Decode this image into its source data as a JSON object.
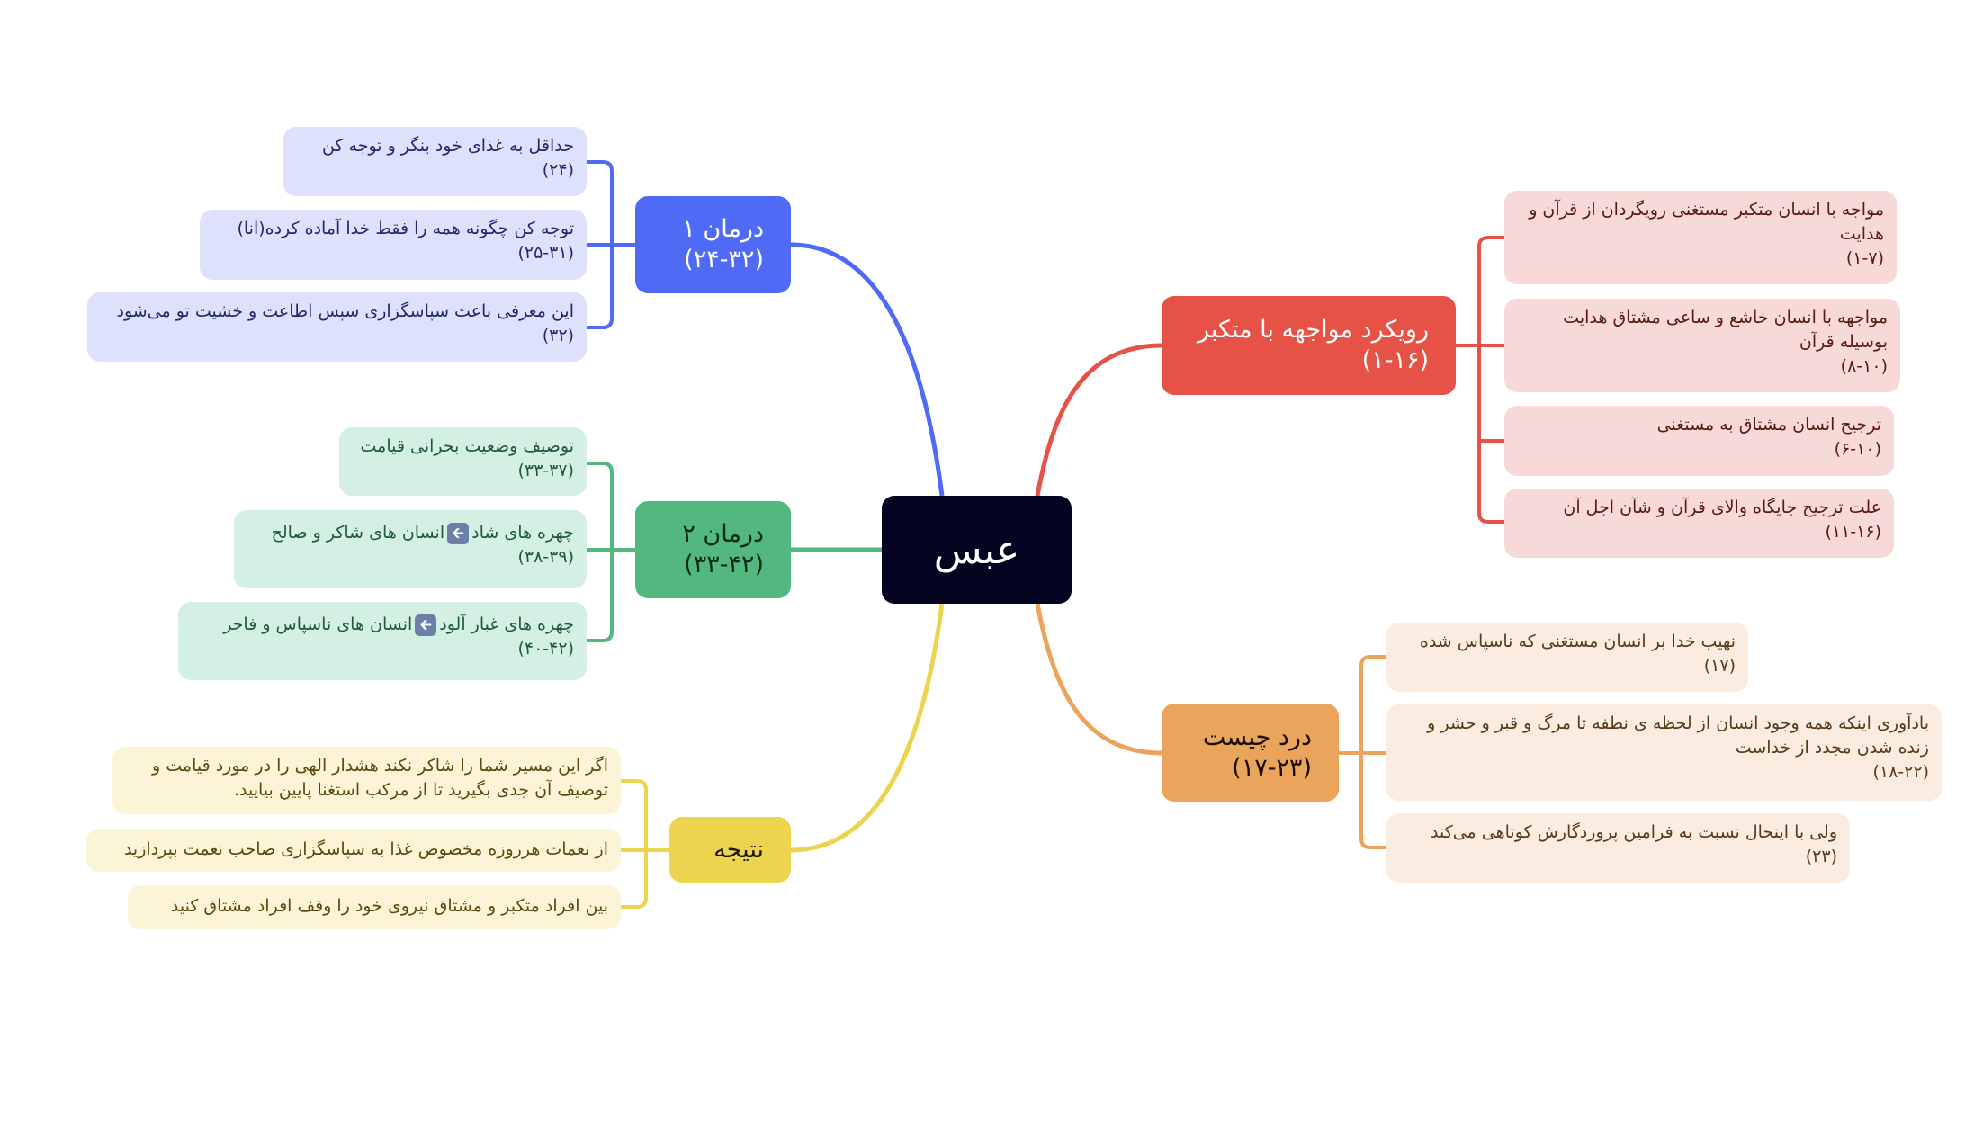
{
  "center": {
    "title": "عبس"
  },
  "colors": {
    "blue": "#4f6bf5",
    "green": "#52b87f",
    "yellow": "#edd44f",
    "red": "#e65245",
    "orange": "#eba45b",
    "center": "#050522"
  },
  "icons": {
    "arrow": "left-arrow-emoji"
  },
  "branches": {
    "darman1": {
      "title": "درمان ۱",
      "ref": "(۲۴-۳۲)",
      "children": [
        {
          "text": "حداقل به غذای خود بنگر و توجه کن",
          "ref": "(۲۴)"
        },
        {
          "text": "توجه کن چگونه همه را فقط خدا آماده کرده(انا)",
          "ref": "(۲۵-۳۱)"
        },
        {
          "text": "این معرفی باعث سپاسگزاری سپس اطاعت و خشیت تو می‌شود",
          "ref": "(۳۲)"
        }
      ]
    },
    "darman2": {
      "title": "درمان ۲",
      "ref": "(۳۳-۴۲)",
      "children": [
        {
          "text": "توصیف وضعیت بحرانی قیامت",
          "ref": "(۳۳-۳۷)"
        },
        {
          "text_a": "چهره های شاد",
          "text_b": "انسان های شاکر و صالح",
          "ref": "(۳۸-۳۹)"
        },
        {
          "text_a": "چهره های غبار آلود",
          "text_b": "انسان های ناسپاس و فاجر",
          "ref": "(۴۰-۴۲)"
        }
      ]
    },
    "natije": {
      "title": "نتیجه",
      "children": [
        {
          "text": "اگر این مسیر شما را شاکر نکند هشدار الهی را در مورد قیامت و توصیف آن جدی بگیرید تا از مرکب استغنا پایین بیایید."
        },
        {
          "text": "از نعمات هرروزه مخصوص غذا به سپاسگزاری صاحب نعمت بپردازید"
        },
        {
          "text": "بین افراد متکبر و مشتاق نیروی خود را وقف افراد مشتاق کنید"
        }
      ]
    },
    "rouykard": {
      "title": "رویکرد مواجهه با متکبر",
      "ref": "(۱-۱۶)",
      "children": [
        {
          "text": "مواجه با انسان متکبر مستغنی رویگردان از قرآن و هدایت",
          "ref": "(۱-۷)"
        },
        {
          "text": "مواجهه با انسان خاشع و ساعی مشتاق هدایت بوسیله قرآن",
          "ref": "(۸-۱۰)"
        },
        {
          "text": "ترجیح انسان مشتاق به مستغنی",
          "ref": "(۶-۱۰)"
        },
        {
          "text": "علت ترجیح جایگاه والای قرآن و شآن اجل آن",
          "ref": "(۱۱-۱۶)"
        }
      ]
    },
    "dard": {
      "title": "درد چیست",
      "ref": "(۱۷-۲۳)",
      "children": [
        {
          "text": "نهیب خدا بر انسان مستغنی که ناسپاس شده",
          "ref": "(۱۷)"
        },
        {
          "text": "یادآوری اینکه همه وجود انسان از لحظه ی نطفه تا مرگ و قبر و حشر و زنده شدن مجدد از خداست",
          "ref": "(۱۸-۲۲)"
        },
        {
          "text": "ولی با اینحال نسبت به فرامین پروردگارش کوتاهی می‌کند",
          "ref": "(۲۳)"
        }
      ]
    }
  }
}
